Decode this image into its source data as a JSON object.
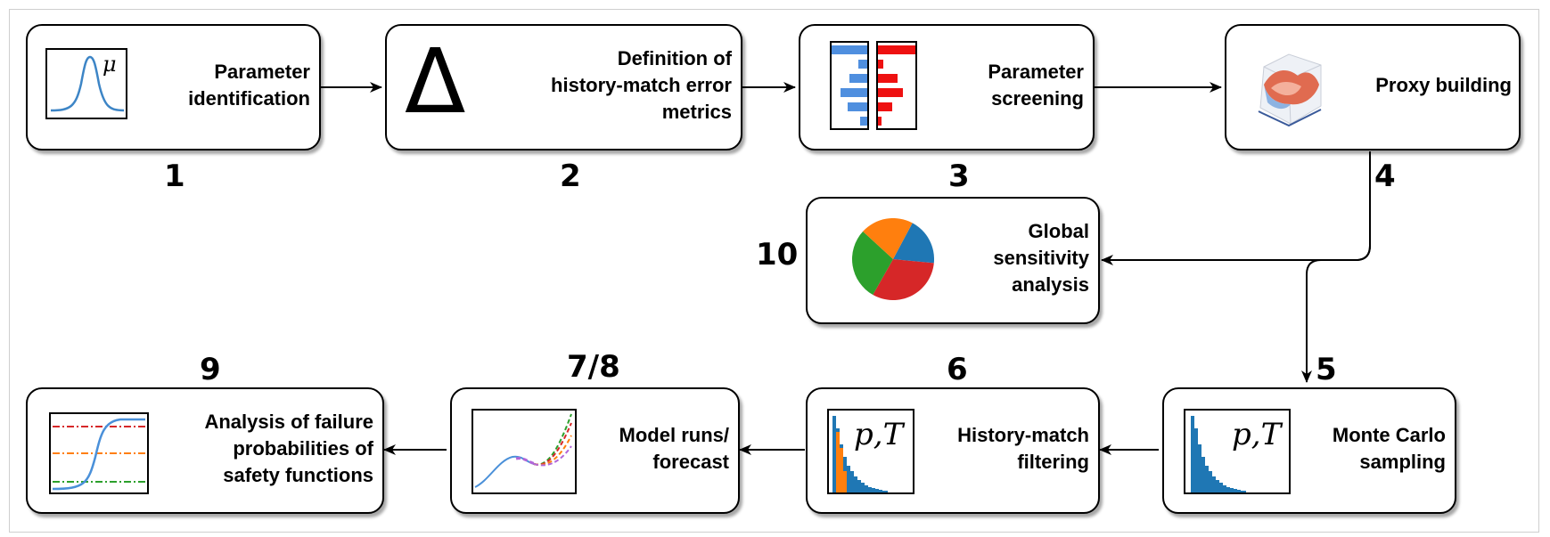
{
  "steps": [
    {
      "id": "1",
      "label": "Parameter\nidentification"
    },
    {
      "id": "2",
      "label": "Definition of\nhistory-match error\nmetrics"
    },
    {
      "id": "3",
      "label": "Parameter\nscreening"
    },
    {
      "id": "4",
      "label": "Proxy building"
    },
    {
      "id": "10",
      "label": "Global\nsensitivity\nanalysis"
    },
    {
      "id": "5",
      "label": "Monte Carlo\nsampling"
    },
    {
      "id": "6",
      "label": "History-match\nfiltering"
    },
    {
      "id": "7/8",
      "label": "Model runs/\nforecast"
    },
    {
      "id": "9",
      "label": "Analysis of failure\nprobabilities of\nsafety functions"
    }
  ],
  "icons": {
    "mu_symbol": "μ",
    "delta_symbol": "Δ",
    "pt_symbol": "p,T"
  },
  "colors": {
    "blue": "#1f77b4",
    "orange": "#ff7f0e",
    "green": "#2ca02c",
    "red": "#d62728",
    "screen_blue": "#4f8fdf",
    "screen_red": "#ee1111",
    "purple": "#b266d9"
  }
}
